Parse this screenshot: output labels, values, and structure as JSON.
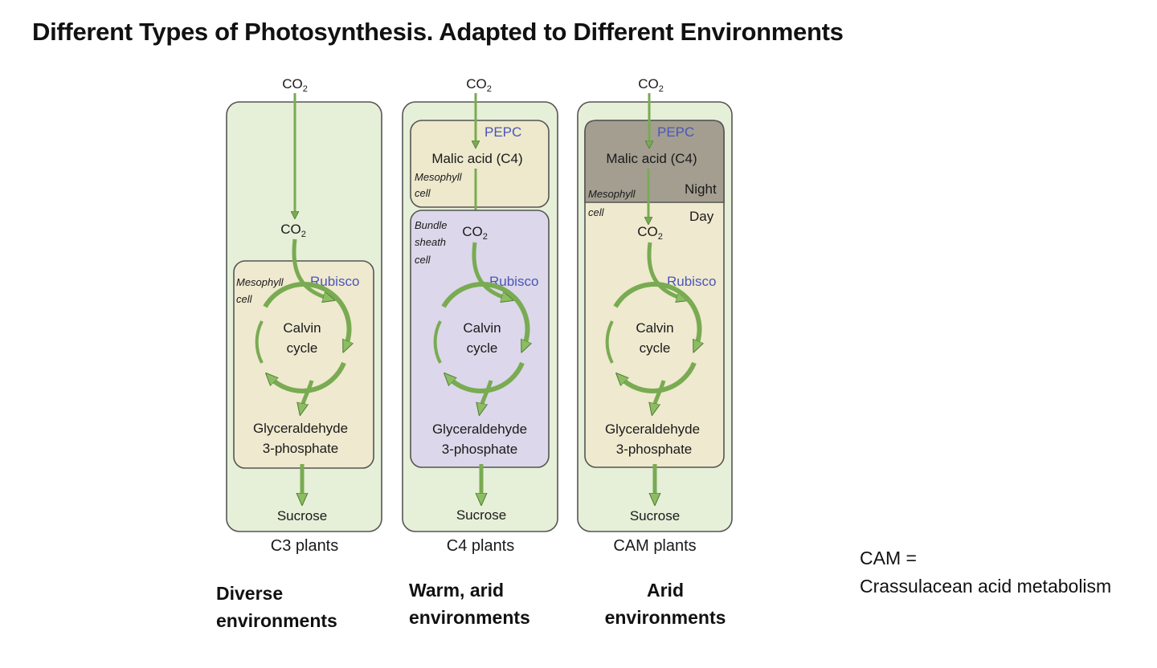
{
  "title": "Different Types of Photosynthesis. Adapted to Different Environments",
  "colors": {
    "outer_box": "#e6efd8",
    "c3_cell": "#efe9cf",
    "c4_mesophyll": "#eee8cc",
    "c4_bundle_sheath": "#dcd7ea",
    "cam_night": "#a39e90",
    "cam_day": "#efe9cf",
    "arrow": "#79ab52",
    "enzyme_text": "#4a56b8"
  },
  "panels": [
    {
      "plant_label": "C3 plants",
      "co2_top": "CO",
      "co2_inner": "CO",
      "subscript": "2",
      "cell_label_line1": "Mesophyll",
      "cell_label_line2": "cell",
      "enzyme": "Rubisco",
      "cycle_line1": "Calvin",
      "cycle_line2": "cycle",
      "product_line1": "Glyceraldehyde",
      "product_line2": "3-phosphate",
      "output": "Sucrose",
      "environment_line1": "Diverse",
      "environment_line2": "environments"
    },
    {
      "plant_label": "C4 plants",
      "co2_top": "CO",
      "co2_inner": "CO",
      "subscript": "2",
      "enzyme_top": "PEPC",
      "malic": "Malic acid (C4)",
      "mesophyll_line1": "Mesophyll",
      "mesophyll_line2": "cell",
      "bundle_line1": "Bundle",
      "bundle_line2": "sheath",
      "bundle_line3": "cell",
      "enzyme": "Rubisco",
      "cycle_line1": "Calvin",
      "cycle_line2": "cycle",
      "product_line1": "Glyceraldehyde",
      "product_line2": "3-phosphate",
      "output": "Sucrose",
      "environment_line1": "Warm, arid",
      "environment_line2": "environments"
    },
    {
      "plant_label": "CAM plants",
      "co2_top": "CO",
      "co2_inner": "CO",
      "subscript": "2",
      "enzyme_top": "PEPC",
      "malic": "Malic acid (C4)",
      "mesophyll_line1": "Mesophyll",
      "mesophyll_line2": "cell",
      "night": "Night",
      "day": "Day",
      "enzyme": "Rubisco",
      "cycle_line1": "Calvin",
      "cycle_line2": "cycle",
      "product_line1": "Glyceraldehyde",
      "product_line2": "3-phosphate",
      "output": "Sucrose",
      "environment_line1": "Arid",
      "environment_line2": "environments"
    }
  ],
  "note": {
    "line1": "CAM =",
    "line2": "Crassulacean acid metabolism"
  }
}
